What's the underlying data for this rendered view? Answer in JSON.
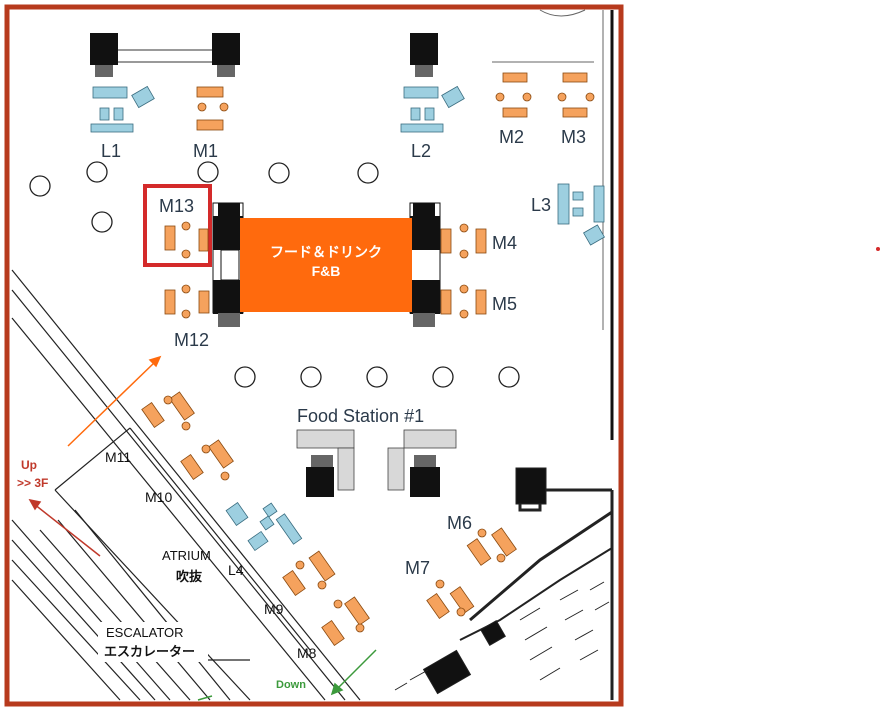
{
  "colors": {
    "frame": "#b73a1d",
    "highlight": "#d42a2a",
    "orange_table": "#f5a25d",
    "blue_table": "#9dcfe0",
    "fb_block": "#ff6a0d",
    "arrow_up": "#c0392b",
    "arrow_orange": "#ff6a0d",
    "arrow_down": "#3c9a3c"
  },
  "labels": {
    "l1": "L1",
    "m1": "M1",
    "l2": "L2",
    "m2": "M2",
    "m3": "M3",
    "l3": "L3",
    "m13": "M13",
    "m4": "M4",
    "m5": "M5",
    "m12": "M12",
    "food_station": "Food Station #1",
    "m11": "M11",
    "m10": "M10",
    "l4": "L4",
    "m9": "M9",
    "m8": "M8",
    "m6": "M6",
    "m7": "M7"
  },
  "fb_block": {
    "line1": "フード＆ドリンク",
    "line2": "F&B"
  },
  "atrium": {
    "en": "ATRIUM",
    "jp": "吹抜"
  },
  "escalator": {
    "en": "ESCALATOR",
    "jp": "エスカレーター"
  },
  "up_arrow": {
    "line1": "Up",
    "line2": ">> 3F"
  },
  "down_arrow": {
    "text": "Down"
  },
  "highlighted_booth": "M13",
  "icons": [
    "column-circle",
    "pillar-square",
    "table-chair-set",
    "escalator-stairs"
  ]
}
